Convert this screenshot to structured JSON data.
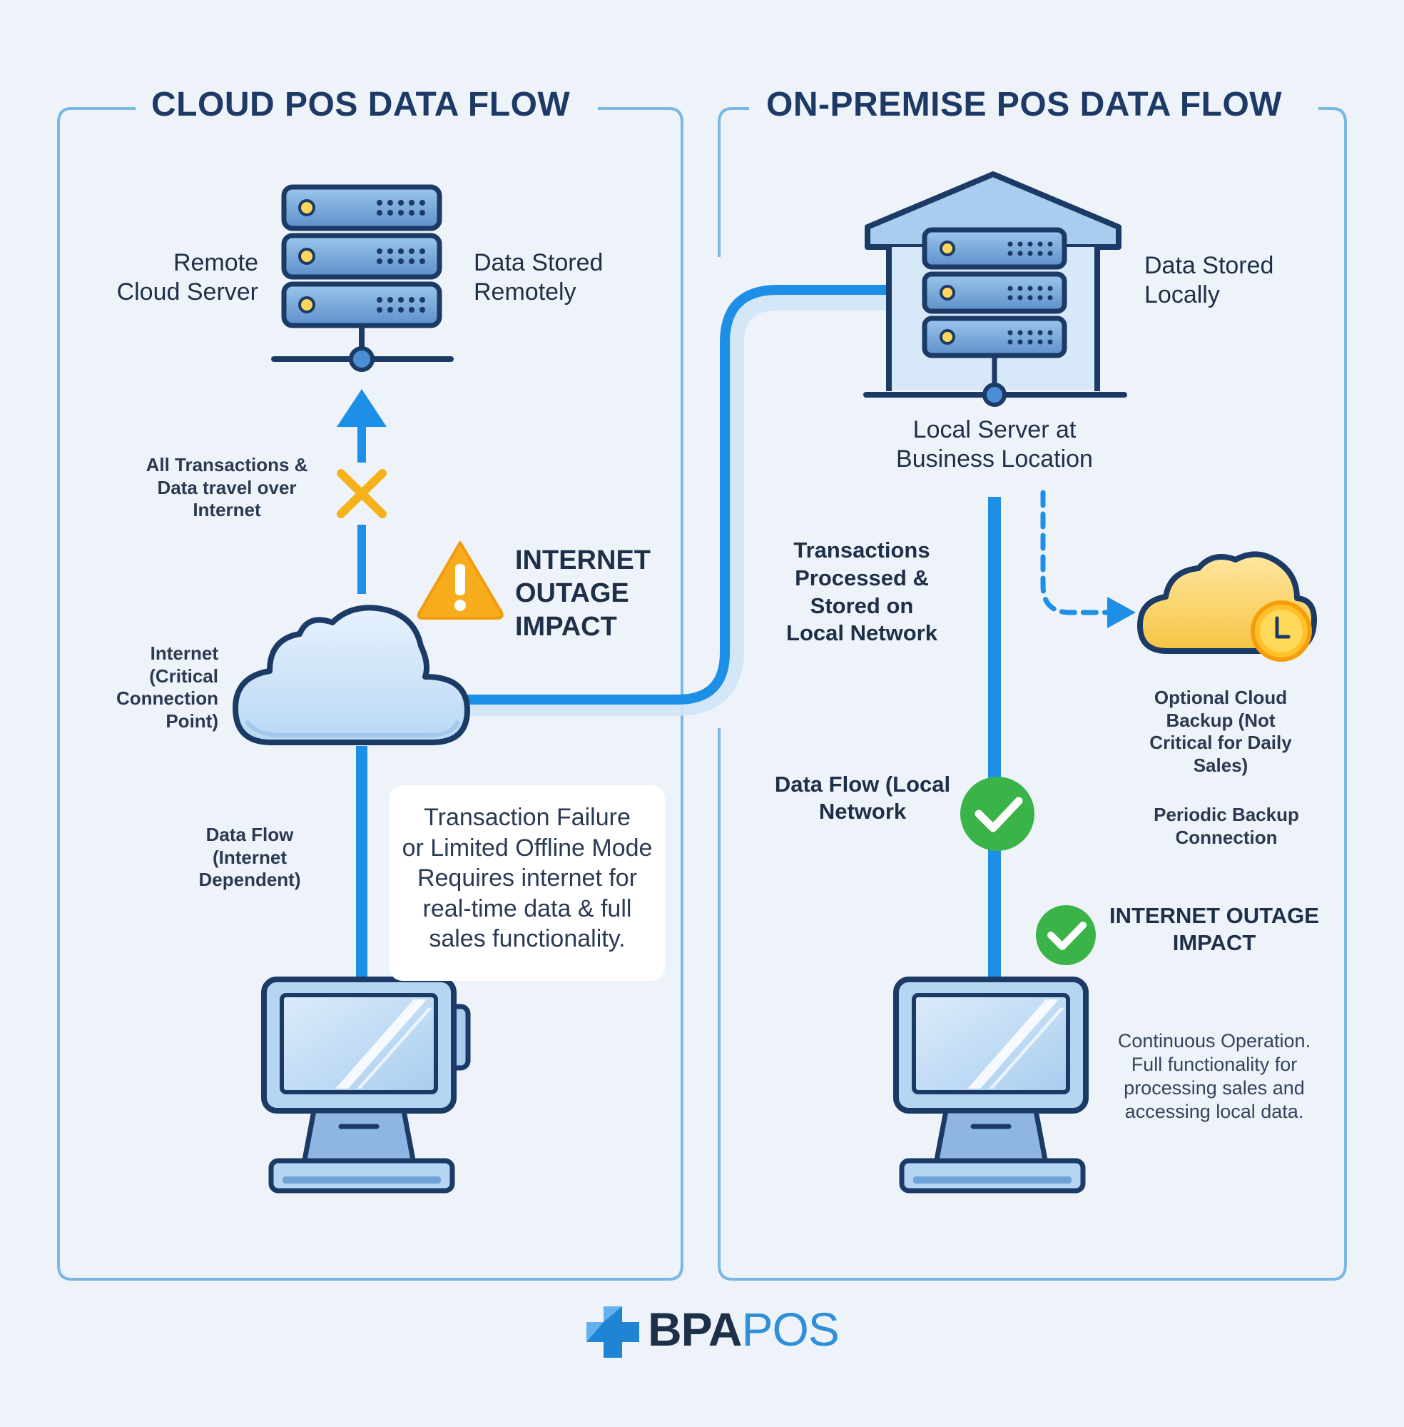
{
  "left_panel": {
    "title": "CLOUD POS DATA FLOW",
    "server_label": "Remote\nCloud Server",
    "storage_label": "Data Stored\nRemotely",
    "transit_label": "All Transactions &\nData travel over\nInternet",
    "warning_label": "INTERNET\nOUTAGE\nIMPACT",
    "internet_label": "Internet\n(Critical\nConnection\nPoint)",
    "flow_label": "Data Flow\n(Internet\nDependent)",
    "callout_text": "Transaction Failure\nor Limited Offline Mode\nRequires internet for\nreal-time data & full\nsales functionality."
  },
  "right_panel": {
    "title": "ON-PREMISE POS DATA FLOW",
    "storage_label": "Data Stored\nLocally",
    "server_label": "Local Server at\nBusiness Location",
    "processing_label": "Transactions\nProcessed &\nStored on\nLocal Network",
    "backup_label": "Optional Cloud\nBackup (Not\nCritical for Daily\nSales)",
    "backup_connection_label": "Periodic Backup\nConnection",
    "flow_label": "Data Flow (Local\nNetwork",
    "impact_label": "INTERNET OUTAGE\nIMPACT",
    "operation_label": "Continuous Operation.\nFull functionality for\nprocessing sales and\naccessing local data."
  },
  "brand": {
    "part1": "BPA",
    "part2": "POS"
  },
  "icons": {
    "remote_server": "server-rack-icon",
    "local_server": "warehouse-server-icon",
    "internet": "cloud-icon",
    "backup": "cloud-clock-icon",
    "warning": "warning-triangle-icon",
    "fail": "x-mark-icon",
    "ok": "check-circle-icon",
    "terminal": "pos-terminal-icon",
    "logo": "plus-logo-icon"
  },
  "colors": {
    "panel_border": "#7ab8e3",
    "flow_line": "#1e8fe6",
    "outline": "#1b3a66",
    "warning": "#f7ad1b",
    "success": "#3ab449",
    "brand_blue": "#2f8fd8"
  }
}
